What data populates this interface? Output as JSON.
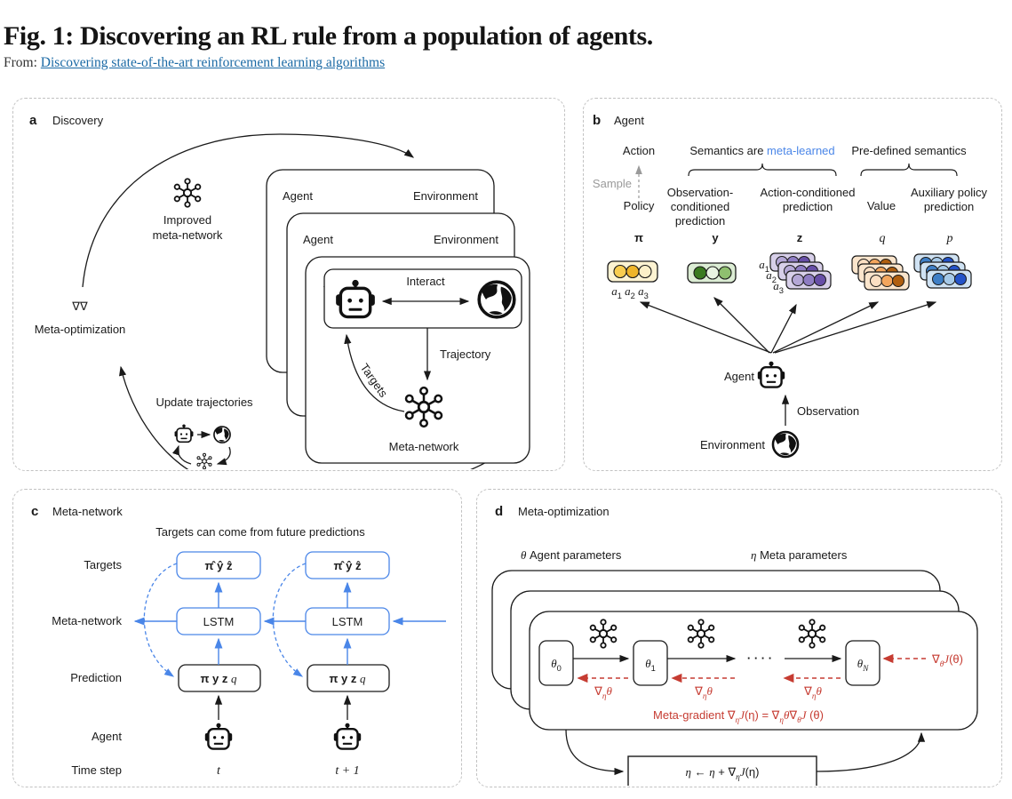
{
  "header": {
    "title": "Fig. 1: Discovering an RL rule from a population of agents.",
    "from_label": "From:",
    "source_link": "Discovering state-of-the-art reinforcement learning algorithms"
  },
  "colors": {
    "accent_blue": "#4a86e8",
    "accent_red": "#c63c32",
    "link_blue": "#1b6aa5"
  },
  "panel_a": {
    "label": "a",
    "title": "Discovery",
    "improved_line1": "Improved",
    "improved_line2": "meta-network",
    "nabla": "∇∇",
    "meta_optimization": "Meta-optimization",
    "update_trajectories": "Update trajectories",
    "agent": "Agent",
    "environment": "Environment",
    "interact": "Interact",
    "trajectory": "Trajectory",
    "targets": "Targets",
    "meta_network": "Meta-network"
  },
  "panel_b": {
    "label": "b",
    "title": "Agent",
    "action": "Action",
    "sample": "Sample",
    "policy": "Policy",
    "semantics_prefix": "Semantics are ",
    "semantics_highlight": "meta-learned",
    "predefined": "Pre-defined semantics",
    "obs_line1": "Observation-",
    "obs_line2": "conditioned",
    "obs_line3": "prediction",
    "act_line1": "Action-conditioned",
    "act_line2": "prediction",
    "value": "Value",
    "aux_line1": "Auxiliary policy",
    "aux_line2": "prediction",
    "sym_pi": "π",
    "sym_y": "y",
    "sym_z": "z",
    "sym_q": "q",
    "sym_p": "p",
    "pi_actions": [
      {
        "t": "a",
        "i": true
      },
      {
        "t": "1",
        "sub": true
      },
      {
        "t": " a",
        "i": true
      },
      {
        "t": "2",
        "sub": true
      },
      {
        "t": " a",
        "i": true
      },
      {
        "t": "3",
        "sub": true
      }
    ],
    "z_a1": [
      {
        "t": "a",
        "i": true
      },
      {
        "t": "1",
        "sub": true
      }
    ],
    "z_a2": [
      {
        "t": "a",
        "i": true
      },
      {
        "t": "2",
        "sub": true
      }
    ],
    "z_a3": [
      {
        "t": "a",
        "i": true
      },
      {
        "t": "3",
        "sub": true
      }
    ],
    "agent": "Agent",
    "observation": "Observation",
    "environment": "Environment",
    "card_colors": {
      "yellow_bg": "#fdf3d2",
      "yellow_circles": [
        "#f9cd50",
        "#efb52a",
        "#fcf0c8"
      ],
      "green_bg": "#dcedd4",
      "green_circles": [
        "#3a7a20",
        "#e9f4e2",
        "#8fc06f"
      ],
      "purple_bg": "#d7cfe9",
      "purple_circles": [
        "#b4a7d6",
        "#8e7cc3",
        "#674ea7"
      ],
      "orange_bg": "#fbe5cc",
      "orange_circles": [
        "#fcdfc2",
        "#f3a55c",
        "#b05f10"
      ],
      "blue_bg": "#cfe2f3",
      "blue_circles": [
        "#3f7fc6",
        "#a6c9e8",
        "#2453c8"
      ]
    }
  },
  "panel_c": {
    "label": "c",
    "title": "Meta-network",
    "caption": "Targets can come from future predictions",
    "row_targets": "Targets",
    "row_meta_network": "Meta-network",
    "row_prediction": "Prediction",
    "row_agent": "Agent",
    "row_time_step": "Time step",
    "targets_symbols": [
      {
        "t": "π̂",
        "b": true
      },
      {
        "t": "  "
      },
      {
        "t": "ŷ",
        "b": true
      },
      {
        "t": "  "
      },
      {
        "t": "ẑ",
        "b": true
      }
    ],
    "lstm": "LSTM",
    "prediction_symbols": [
      {
        "t": "π ",
        "b": true
      },
      {
        "t": "y ",
        "b": true
      },
      {
        "t": "z ",
        "b": true
      },
      {
        "t": "q",
        "i": true
      }
    ],
    "time_t": [
      {
        "t": "t",
        "i": true
      }
    ],
    "time_t1": [
      {
        "t": "t",
        "i": true
      },
      {
        "t": " + 1"
      }
    ]
  },
  "panel_d": {
    "label": "d",
    "title": "Meta-optimization",
    "theta_params": [
      {
        "t": "θ",
        "i": true
      },
      {
        "t": " Agent parameters"
      }
    ],
    "eta_params": [
      {
        "t": "η",
        "i": true
      },
      {
        "t": " Meta parameters"
      }
    ],
    "theta0": [
      {
        "t": "θ",
        "i": true
      },
      {
        "t": "0",
        "sub": true
      }
    ],
    "theta1": [
      {
        "t": "θ",
        "i": true
      },
      {
        "t": "1",
        "sub": true
      }
    ],
    "thetaN": [
      {
        "t": "θ",
        "i": true
      },
      {
        "t": "N",
        "sub": true,
        "i": true
      }
    ],
    "dots": "· · · ·",
    "grad_eta_theta": [
      {
        "t": "∇"
      },
      {
        "t": "η",
        "sub": true,
        "i": true
      },
      {
        "t": "θ",
        "i": true
      }
    ],
    "grad_theta_J": [
      {
        "t": "∇"
      },
      {
        "t": "θ",
        "sub": true,
        "i": true
      },
      {
        "t": "J",
        "i": true
      },
      {
        "t": "(θ)"
      }
    ],
    "meta_gradient": [
      {
        "t": "Meta-gradient  "
      },
      {
        "t": "∇"
      },
      {
        "t": "η",
        "sub": true,
        "i": true
      },
      {
        "t": "J",
        "i": true
      },
      {
        "t": "(η) = ∇"
      },
      {
        "t": "η",
        "sub": true,
        "i": true
      },
      {
        "t": "θ",
        "i": true
      },
      {
        "t": "∇"
      },
      {
        "t": "θ",
        "sub": true,
        "i": true
      },
      {
        "t": "J",
        "i": true
      },
      {
        "t": " (θ)"
      }
    ],
    "eta_update": [
      {
        "t": "η",
        "i": true
      },
      {
        "t": " ← "
      },
      {
        "t": "η",
        "i": true
      },
      {
        "t": " + ∇"
      },
      {
        "t": "η",
        "sub": true,
        "i": true
      },
      {
        "t": "J",
        "i": true
      },
      {
        "t": "(η)"
      }
    ]
  }
}
